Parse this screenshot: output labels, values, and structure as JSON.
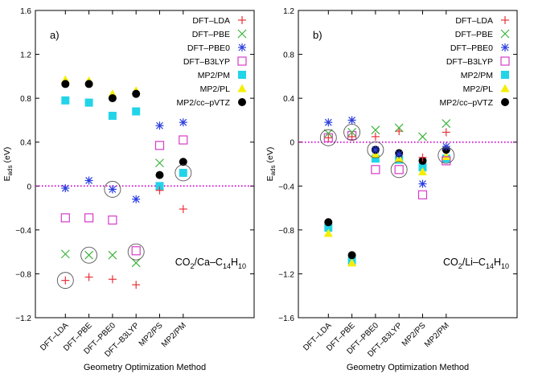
{
  "chart_data": [
    {
      "type": "scatter",
      "panel_label": "a)",
      "annotation": "CO2/Ca-C14H10",
      "annotation_parts": [
        {
          "t": "CO",
          "s": "n"
        },
        {
          "t": "2",
          "s": "sub"
        },
        {
          "t": "/Ca–C",
          "s": "n"
        },
        {
          "t": "14",
          "s": "sub"
        },
        {
          "t": "H",
          "s": "n"
        },
        {
          "t": "10",
          "s": "sub"
        }
      ],
      "xlabel": "Geometry Optimization Method",
      "ylabel": "E_ads (eV)",
      "ylim": [
        -1.2,
        1.6
      ],
      "yticks": [
        "−1.2",
        "−0.8",
        "−0.4",
        "0",
        "0.4",
        "0.8",
        "1.2",
        "1.6"
      ],
      "ytick_values": [
        -1.2,
        -0.8,
        -0.4,
        0,
        0.4,
        0.8,
        1.2,
        1.6
      ],
      "categories": [
        "DFT–LDA",
        "DFT–PBE",
        "DFT–PBE0",
        "DFT–B3LYP",
        "MP2/PS",
        "MP2/PM"
      ],
      "legend_position": "top-right",
      "series": [
        {
          "name": "DFT–LDA",
          "marker": "plus",
          "color": "#e8333a",
          "values": [
            -0.86,
            -0.83,
            -0.85,
            -0.9,
            -0.04,
            -0.21
          ]
        },
        {
          "name": "DFT–PBE",
          "marker": "cross",
          "color": "#3cb43c",
          "values": [
            -0.62,
            -0.63,
            -0.63,
            -0.7,
            0.21,
            null
          ]
        },
        {
          "name": "DFT–PBE0",
          "marker": "star",
          "color": "#2a3ee0",
          "values": [
            -0.02,
            0.05,
            -0.03,
            -0.12,
            0.55,
            0.58
          ]
        },
        {
          "name": "DFT–B3LYP",
          "marker": "square-open",
          "color": "#d63cc8",
          "values": [
            -0.29,
            -0.29,
            -0.31,
            -0.59,
            0.37,
            0.42
          ]
        },
        {
          "name": "MP2/PM",
          "marker": "square-filled",
          "color": "#22d4e8",
          "values": [
            0.78,
            0.76,
            0.64,
            0.68,
            0.0,
            0.12
          ]
        },
        {
          "name": "MP2/PL",
          "marker": "triangle",
          "color": "#f5ee00",
          "values": [
            0.97,
            0.96,
            0.84,
            0.87,
            null,
            null
          ]
        },
        {
          "name": "MP2/cc–pVTZ",
          "marker": "circle-filled",
          "color": "#000000",
          "values": [
            0.93,
            0.93,
            0.8,
            0.84,
            0.1,
            0.22
          ]
        }
      ],
      "highlight_circles": [
        {
          "category": 0,
          "y": -0.86
        },
        {
          "category": 1,
          "y": -0.63
        },
        {
          "category": 2,
          "y": -0.03
        },
        {
          "category": 3,
          "y": -0.6
        },
        {
          "category": 5,
          "y": 0.12
        }
      ],
      "reference_line": {
        "y": 0,
        "color": "#d000d0",
        "style": "dotted"
      }
    },
    {
      "type": "scatter",
      "panel_label": "b)",
      "annotation": "CO2/Li-C14H10",
      "annotation_parts": [
        {
          "t": "CO",
          "s": "n"
        },
        {
          "t": "2",
          "s": "sub"
        },
        {
          "t": "/Li–C",
          "s": "n"
        },
        {
          "t": "14",
          "s": "sub"
        },
        {
          "t": "H",
          "s": "n"
        },
        {
          "t": "10",
          "s": "sub"
        }
      ],
      "xlabel": "Geometry Optimization Method",
      "ylabel": "E_ads (eV)",
      "ylim": [
        -1.6,
        1.2
      ],
      "yticks": [
        "−1.6",
        "−1.2",
        "−0.8",
        "−0.4",
        "0",
        "0.4",
        "0.8",
        "1.2"
      ],
      "ytick_values": [
        -1.6,
        -1.2,
        -0.8,
        -0.4,
        0,
        0.4,
        0.8,
        1.2
      ],
      "categories": [
        "DFT–LDA",
        "DFT–PBE",
        "DFT–PBE0",
        "DFT–B3LYP",
        "MP2/PS",
        "MP2/PM"
      ],
      "legend_position": "top-right",
      "series": [
        {
          "name": "DFT–LDA",
          "marker": "plus",
          "color": "#e8333a",
          "values": [
            0.04,
            0.05,
            0.05,
            0.1,
            -0.14,
            0.09
          ]
        },
        {
          "name": "DFT–PBE",
          "marker": "cross",
          "color": "#3cb43c",
          "values": [
            0.08,
            0.09,
            0.11,
            0.13,
            0.05,
            0.17
          ]
        },
        {
          "name": "DFT–PBE0",
          "marker": "star",
          "color": "#2a3ee0",
          "values": [
            0.18,
            0.2,
            -0.07,
            -0.11,
            -0.38,
            -0.04
          ]
        },
        {
          "name": "DFT–B3LYP",
          "marker": "square-open",
          "color": "#d63cc8",
          "values": [
            0.04,
            0.06,
            -0.25,
            -0.25,
            -0.48,
            -0.17
          ]
        },
        {
          "name": "MP2/PM",
          "marker": "square-filled",
          "color": "#22d4e8",
          "values": [
            -0.78,
            -1.08,
            -0.15,
            -0.16,
            -0.23,
            -0.15
          ]
        },
        {
          "name": "MP2/PL",
          "marker": "triangle",
          "color": "#f5ee00",
          "values": [
            -0.83,
            -1.1,
            -0.11,
            -0.15,
            -0.27,
            -0.13
          ]
        },
        {
          "name": "MP2/cc–pVTZ",
          "marker": "circle-filled",
          "color": "#000000",
          "values": [
            -0.73,
            -1.03,
            -0.07,
            -0.1,
            -0.17,
            -0.07
          ]
        }
      ],
      "highlight_circles": [
        {
          "category": 0,
          "y": 0.04
        },
        {
          "category": 1,
          "y": 0.09
        },
        {
          "category": 2,
          "y": -0.07
        },
        {
          "category": 3,
          "y": -0.25
        },
        {
          "category": 5,
          "y": -0.12
        }
      ],
      "reference_line": {
        "y": 0,
        "color": "#d000d0",
        "style": "dotted"
      }
    }
  ]
}
